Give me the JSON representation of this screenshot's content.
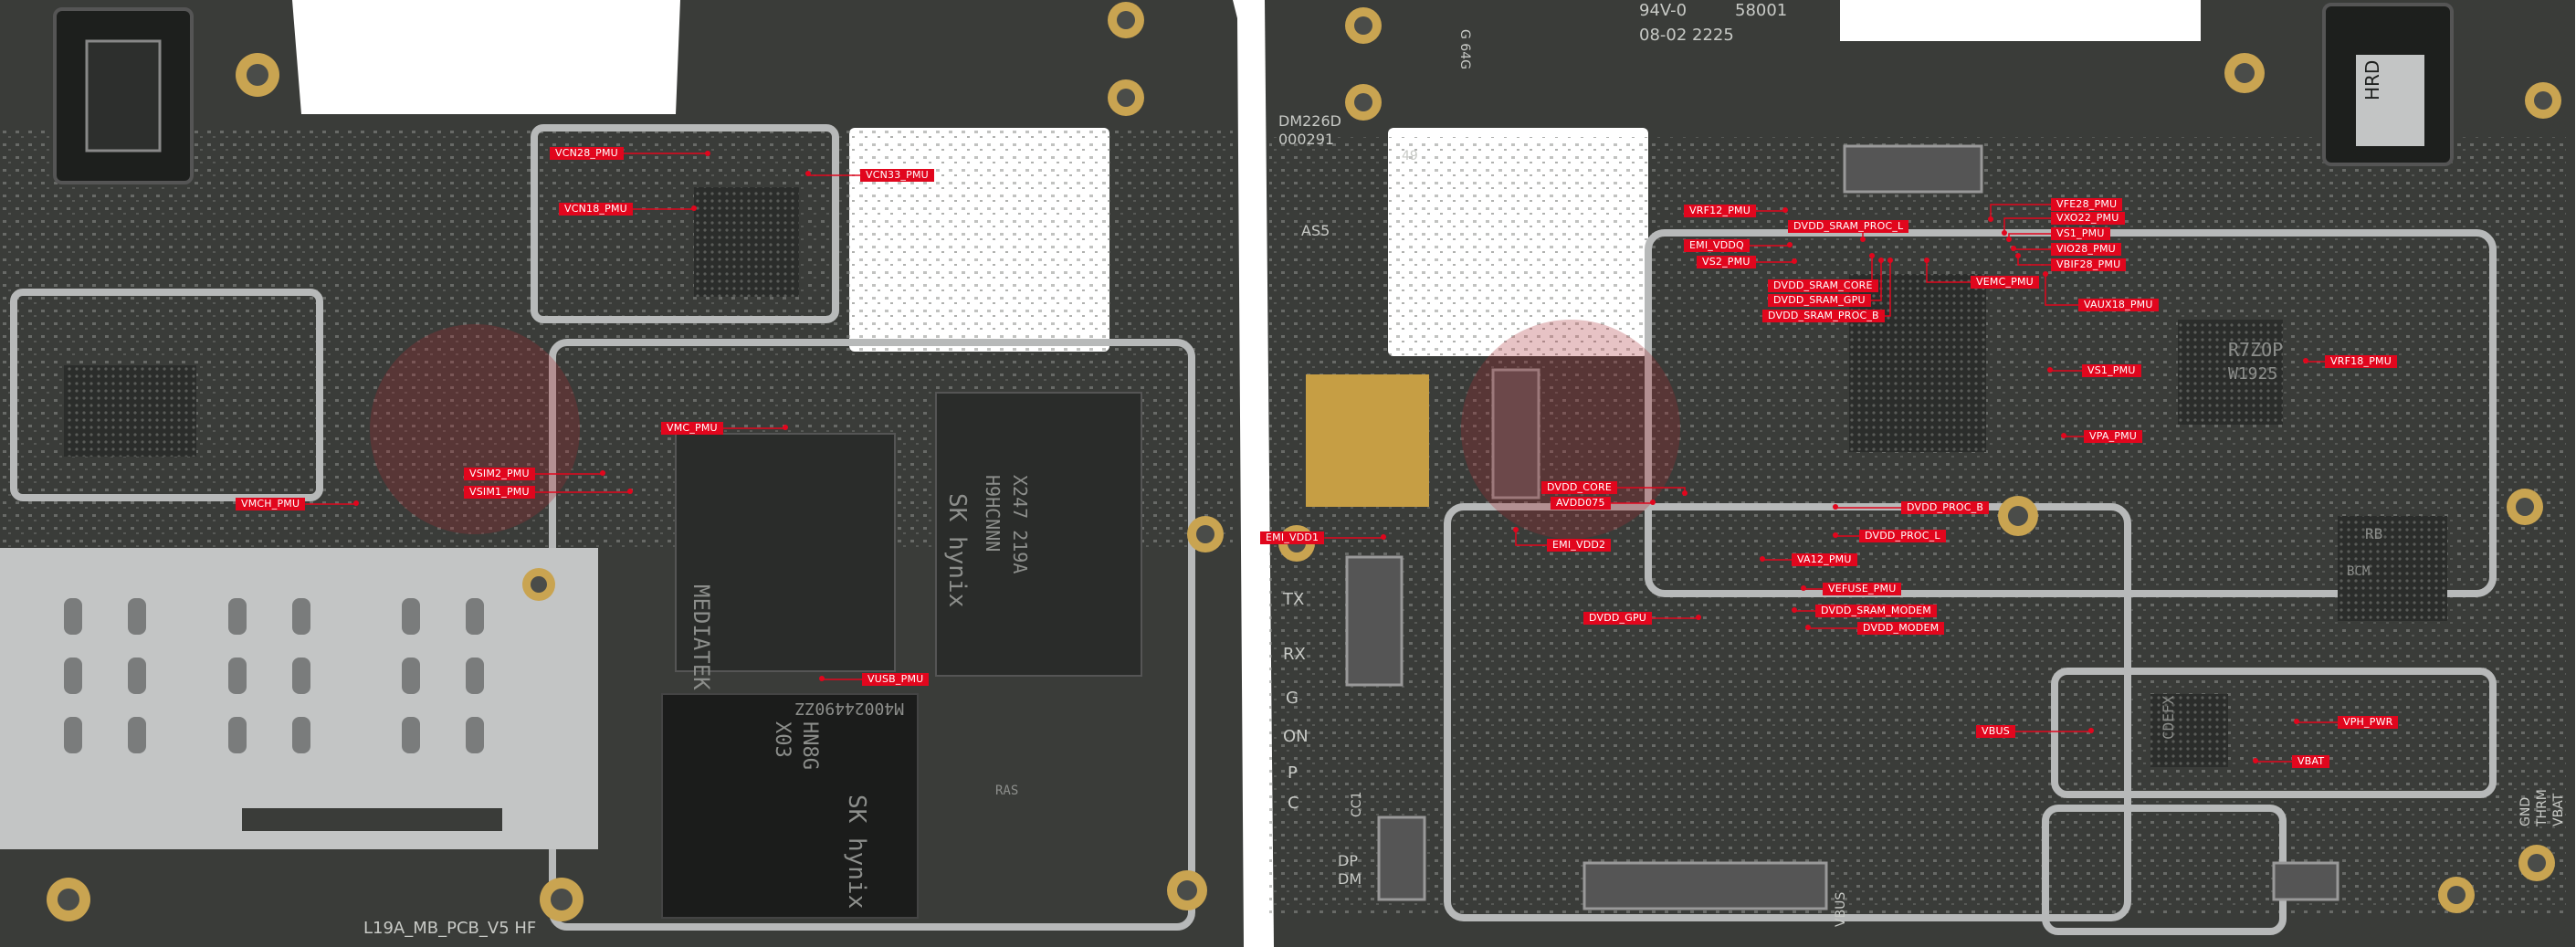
{
  "colors": {
    "pcb": "#3b3d3a",
    "pcb_dark": "#2a2c2a",
    "shield": "#b7b9b9",
    "label_bg": "#e1061d",
    "label_text": "#ffffff",
    "leader": "#e1061d"
  },
  "silkscreen": {
    "board_model": "L19A_MB_PCB_V5 HF",
    "ul_rating": "94V-0",
    "lot_number": "58001",
    "date_code": "08-02 2225",
    "flex_code": "G 64G",
    "board_id_1": "DM226D",
    "board_id_2": "000291",
    "marker_as5": "AS5",
    "marker_49": "49",
    "hrd": "HRD",
    "tx": "TX",
    "rx": "RX",
    "g": "G",
    "on": "ON",
    "p": "P",
    "c": "C",
    "dp": "DP",
    "dm": "DM",
    "vbus": "VBUS",
    "gnd": "GND",
    "thrm": "THRM",
    "vbat_silk": "VBAT",
    "cc1": "CC1"
  },
  "chips": {
    "skhynix_top": "SK hynix",
    "skhynix_top_code": "H9HCNNN",
    "skhynix_top_lot": "X247 219A",
    "skhynix_bottom": "SK hynix",
    "skhynix_bottom_code": "HN8G",
    "skhynix_bottom_lot": "X03",
    "skhynix_bottom_serial": "M40024490ZZ",
    "mediatek": "MEDIATEK",
    "r7zop": "R7ZOP",
    "r7zop_2": "W1925",
    "cdeefx": "CDEFX",
    "ras": "RAS",
    "rb": "RB",
    "broadcom": "BCM"
  },
  "labels": [
    {
      "id": "vcn28-pmu",
      "text": "VCN28_PMU"
    },
    {
      "id": "vcn33-pmu",
      "text": "VCN33_PMU"
    },
    {
      "id": "vcn18-pmu",
      "text": "VCN18_PMU"
    },
    {
      "id": "vmc-pmu",
      "text": "VMC_PMU"
    },
    {
      "id": "vsim2-pmu",
      "text": "VSIM2_PMU"
    },
    {
      "id": "vsim1-pmu",
      "text": "VSIM1_PMU"
    },
    {
      "id": "vmch-pmu",
      "text": "VMCH_PMU"
    },
    {
      "id": "vusb-pmu",
      "text": "VUSB_PMU"
    },
    {
      "id": "vrf12-pmu",
      "text": "VRF12_PMU"
    },
    {
      "id": "dvdd-sram-proc-l",
      "text": "DVDD_SRAM_PROC_L"
    },
    {
      "id": "vfe28-pmu",
      "text": "VFE28_PMU"
    },
    {
      "id": "vxo22-pmu",
      "text": "VXO22_PMU"
    },
    {
      "id": "emi-vddq",
      "text": "EMI_VDDQ"
    },
    {
      "id": "vs1-pmu-top",
      "text": "VS1_PMU"
    },
    {
      "id": "vio28-pmu",
      "text": "VIO28_PMU"
    },
    {
      "id": "vs2-pmu",
      "text": "VS2_PMU"
    },
    {
      "id": "vbif28-pmu",
      "text": "VBIF28_PMU"
    },
    {
      "id": "dvdd-sram-core",
      "text": "DVDD_SRAM_CORE"
    },
    {
      "id": "vemc-pmu",
      "text": "VEMC_PMU"
    },
    {
      "id": "dvdd-sram-gpu",
      "text": "DVDD_SRAM_GPU"
    },
    {
      "id": "vaux18-pmu",
      "text": "VAUX18_PMU"
    },
    {
      "id": "dvdd-sram-proc-b",
      "text": "DVDD_SRAM_PROC_B"
    },
    {
      "id": "vs1-pmu",
      "text": "VS1_PMU"
    },
    {
      "id": "vrf18-pmu",
      "text": "VRF18_PMU"
    },
    {
      "id": "vpa-pmu",
      "text": "VPA_PMU"
    },
    {
      "id": "dvdd-core",
      "text": "DVDD_CORE"
    },
    {
      "id": "avdd075",
      "text": "AVDD075"
    },
    {
      "id": "dvdd-proc-b",
      "text": "DVDD_PROC_B"
    },
    {
      "id": "emi-vdd1",
      "text": "EMI_VDD1"
    },
    {
      "id": "emi-vdd2",
      "text": "EMI_VDD2"
    },
    {
      "id": "dvdd-proc-l",
      "text": "DVDD_PROC_L"
    },
    {
      "id": "va12-pmu",
      "text": "VA12_PMU"
    },
    {
      "id": "vefuse-pmu",
      "text": "VEFUSE_PMU"
    },
    {
      "id": "dvdd-gpu",
      "text": "DVDD_GPU"
    },
    {
      "id": "dvdd-sram-modem",
      "text": "DVDD_SRAM_MODEM"
    },
    {
      "id": "dvdd-modem",
      "text": "DVDD_MODEM"
    },
    {
      "id": "vbus",
      "text": "VBUS"
    },
    {
      "id": "vph-pwr",
      "text": "VPH_PWR"
    },
    {
      "id": "vbat",
      "text": "VBAT"
    }
  ]
}
